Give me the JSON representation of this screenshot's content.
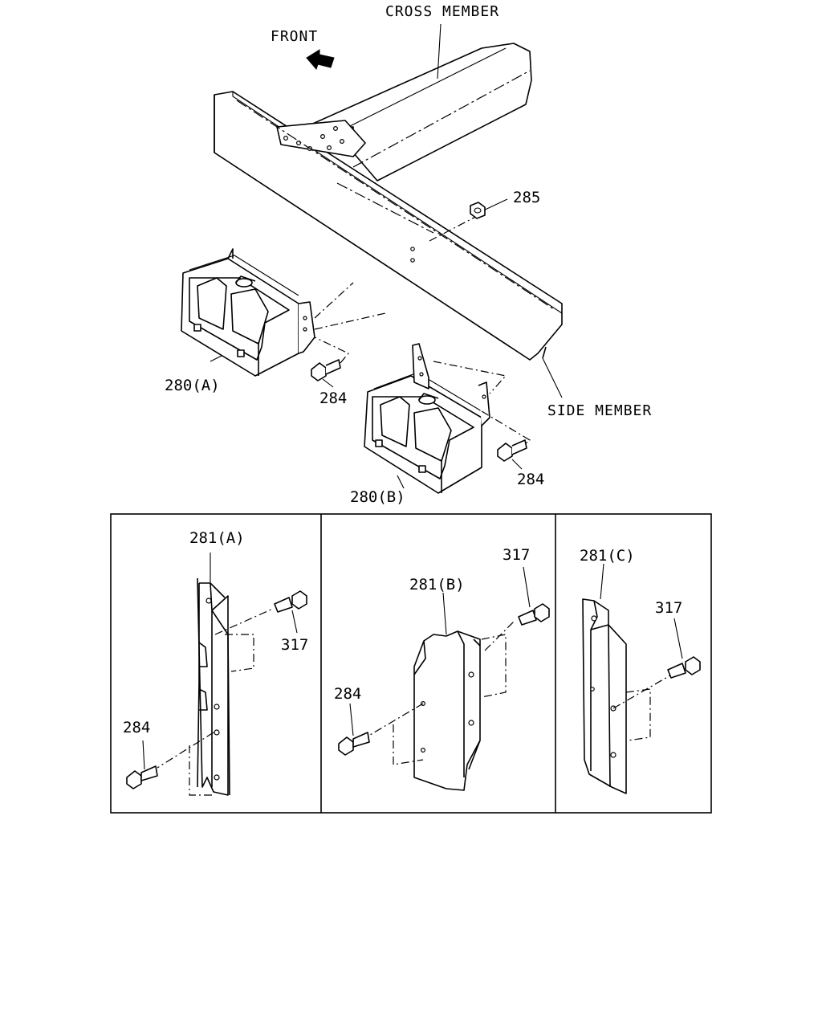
{
  "labels": {
    "cross_member": "CROSS MEMBER",
    "front": "FRONT",
    "side_member": "SIDE MEMBER",
    "p285": "285",
    "p280a": "280(A)",
    "p280b": "280(B)",
    "p284_top_a": "284",
    "p284_top_b": "284",
    "p281a": "281(A)",
    "p281b": "281(B)",
    "p281c": "281(C)",
    "p317_a": "317",
    "p317_b": "317",
    "p317_c": "317",
    "p284_a": "284",
    "p284_b": "284"
  },
  "icons": {
    "front_arrow": "front-arrow-icon"
  }
}
